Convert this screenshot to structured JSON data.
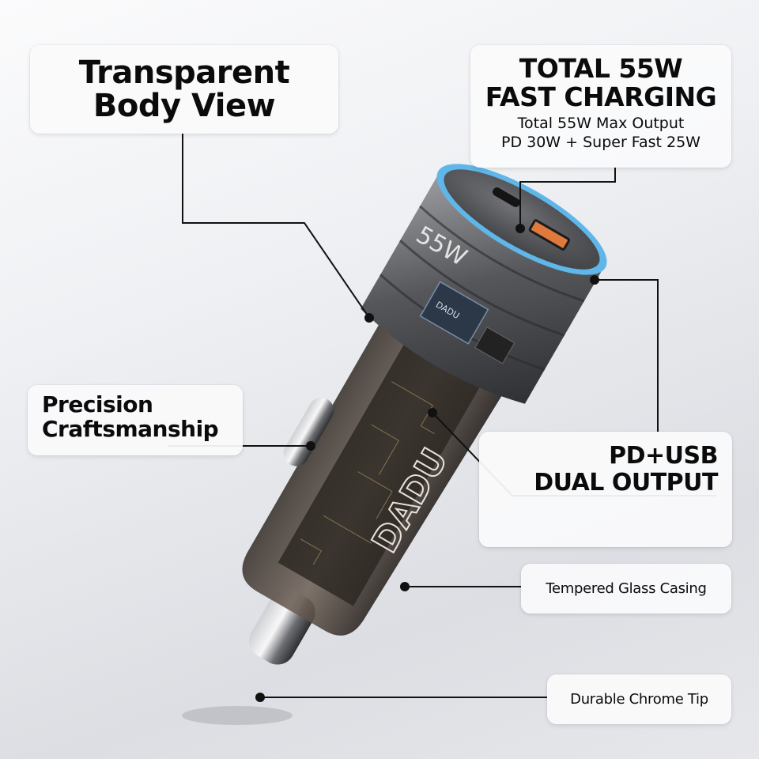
{
  "product": {
    "brand_marking": "DADU",
    "body_marking": "55W",
    "chip_marking": "DADU",
    "port_labels": {
      "usb_c": "PD 30W",
      "usb_a": "SUPER FAST 25W"
    },
    "colors": {
      "ring_accent": "#5fb6e8",
      "usb_a_port": "#e07a3c",
      "body_tint": "#5a4f48",
      "cap_metal": "#6e6f72"
    }
  },
  "callouts": {
    "transparent": {
      "line1": "Transparent",
      "line2": "Body View"
    },
    "total": {
      "line1": "TOTAL 55W",
      "line2": "FAST CHARGING",
      "detail1": "Total 55W Max Output",
      "detail2": "PD 30W + Super Fast 25W"
    },
    "precision": {
      "line1": "Precision",
      "line2": "Craftsmanship"
    },
    "dual": {
      "line1": "PD+USB",
      "line2": "DUAL OUTPUT"
    },
    "glass": {
      "label": "Tempered Glass Casing"
    },
    "chrome": {
      "label": "Durable Chrome Tip"
    }
  }
}
